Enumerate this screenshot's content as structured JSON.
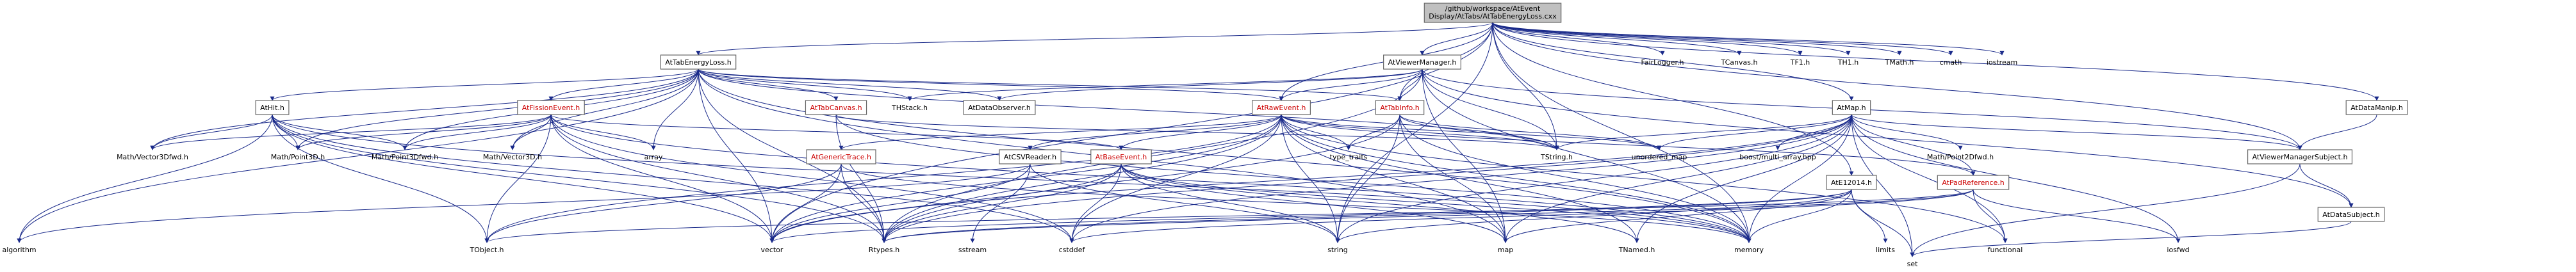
{
  "colors": {
    "root_fill": "#c0c0c0",
    "normal_fill": "#ffffff",
    "normal_border": "#666666",
    "red_text": "#cc0000",
    "text": "#000000",
    "edge": "#1a2a8a"
  },
  "nodes": [
    {
      "id": "root",
      "label": "/github/workspace/AtEvent\nDisplay/AtTabs/AtTabEnergyLoss.cxx",
      "style": "root"
    },
    {
      "id": "tabel_h",
      "label": "AtTabEnergyLoss.h",
      "style": "normal"
    },
    {
      "id": "viewer_mgr",
      "label": "AtViewerManager.h",
      "style": "normal"
    },
    {
      "id": "fairlogger",
      "label": "FairLogger.h",
      "style": "plain"
    },
    {
      "id": "tcanvas",
      "label": "TCanvas.h",
      "style": "plain"
    },
    {
      "id": "tf1",
      "label": "TF1.h",
      "style": "plain"
    },
    {
      "id": "th1",
      "label": "TH1.h",
      "style": "plain"
    },
    {
      "id": "tmath",
      "label": "TMath.h",
      "style": "plain"
    },
    {
      "id": "cmath",
      "label": "cmath",
      "style": "plain"
    },
    {
      "id": "iostream",
      "label": "iostream",
      "style": "plain"
    },
    {
      "id": "athit",
      "label": "AtHit.h",
      "style": "normal"
    },
    {
      "id": "fission",
      "label": "AtFissionEvent.h",
      "style": "red"
    },
    {
      "id": "tabcanvas",
      "label": "AtTabCanvas.h",
      "style": "red"
    },
    {
      "id": "thstack",
      "label": "THStack.h",
      "style": "plain"
    },
    {
      "id": "dataobs",
      "label": "AtDataObserver.h",
      "style": "normal"
    },
    {
      "id": "rawevent",
      "label": "AtRawEvent.h",
      "style": "red"
    },
    {
      "id": "tabinfo",
      "label": "AtTabInfo.h",
      "style": "red"
    },
    {
      "id": "atmap",
      "label": "AtMap.h",
      "style": "normal"
    },
    {
      "id": "datamanip",
      "label": "AtDataManip.h",
      "style": "normal"
    },
    {
      "id": "vmsubject",
      "label": "AtViewerManagerSubject.h",
      "style": "normal"
    },
    {
      "id": "datasubject",
      "label": "AtDataSubject.h",
      "style": "normal"
    },
    {
      "id": "algorithm",
      "label": "algorithm",
      "style": "plain"
    },
    {
      "id": "vec3dfwd",
      "label": "Math/Vector3Dfwd.h",
      "style": "plain"
    },
    {
      "id": "point3d",
      "label": "Math/Point3D.h",
      "style": "plain"
    },
    {
      "id": "point3dfwd",
      "label": "Math/Point3Dfwd.h",
      "style": "plain"
    },
    {
      "id": "vector3d",
      "label": "Math/Vector3D.h",
      "style": "plain"
    },
    {
      "id": "array",
      "label": "array",
      "style": "plain"
    },
    {
      "id": "csvreader",
      "label": "AtCSVReader.h",
      "style": "normal"
    },
    {
      "id": "generictrace",
      "label": "AtGenericTrace.h",
      "style": "red"
    },
    {
      "id": "baseevent",
      "label": "AtBaseEvent.h",
      "style": "red"
    },
    {
      "id": "typetraits",
      "label": "type_traits",
      "style": "plain"
    },
    {
      "id": "tstring",
      "label": "TString.h",
      "style": "plain"
    },
    {
      "id": "unordered_map",
      "label": "unordered_map",
      "style": "plain"
    },
    {
      "id": "boostmulti",
      "label": "boost/multi_array.hpp",
      "style": "plain"
    },
    {
      "id": "point2dfwd",
      "label": "Math/Point2Dfwd.h",
      "style": "plain"
    },
    {
      "id": "ate12014",
      "label": "AtE12014.h",
      "style": "normal"
    },
    {
      "id": "padref",
      "label": "AtPadReference.h",
      "style": "red"
    },
    {
      "id": "tobject",
      "label": "TObject.h",
      "style": "plain"
    },
    {
      "id": "vector",
      "label": "vector",
      "style": "plain"
    },
    {
      "id": "rtypes",
      "label": "Rtypes.h",
      "style": "plain"
    },
    {
      "id": "sstream",
      "label": "sstream",
      "style": "plain"
    },
    {
      "id": "cstddef",
      "label": "cstddef",
      "style": "plain"
    },
    {
      "id": "string",
      "label": "string",
      "style": "plain"
    },
    {
      "id": "map",
      "label": "map",
      "style": "plain"
    },
    {
      "id": "tnamed",
      "label": "TNamed.h",
      "style": "plain"
    },
    {
      "id": "memory",
      "label": "memory",
      "style": "plain"
    },
    {
      "id": "limits",
      "label": "limits",
      "style": "plain"
    },
    {
      "id": "functional",
      "label": "functional",
      "style": "plain"
    },
    {
      "id": "iosfwd",
      "label": "iosfwd",
      "style": "plain"
    },
    {
      "id": "set",
      "label": "set",
      "style": "plain"
    }
  ],
  "edges": [
    [
      "root",
      "tabel_h"
    ],
    [
      "root",
      "viewer_mgr"
    ],
    [
      "root",
      "fairlogger"
    ],
    [
      "root",
      "tcanvas"
    ],
    [
      "root",
      "tf1"
    ],
    [
      "root",
      "th1"
    ],
    [
      "root",
      "tmath"
    ],
    [
      "root",
      "cmath"
    ],
    [
      "root",
      "iostream"
    ],
    [
      "root",
      "rawevent"
    ],
    [
      "root",
      "tabinfo"
    ],
    [
      "root",
      "atmap"
    ],
    [
      "root",
      "datamanip"
    ],
    [
      "root",
      "vmsubject"
    ],
    [
      "root",
      "tstring"
    ],
    [
      "root",
      "string"
    ],
    [
      "root",
      "vector"
    ],
    [
      "root",
      "memory"
    ],
    [
      "root",
      "ate12014"
    ],
    [
      "tabel_h",
      "athit"
    ],
    [
      "tabel_h",
      "fission"
    ],
    [
      "tabel_h",
      "tabcanvas"
    ],
    [
      "tabel_h",
      "thstack"
    ],
    [
      "tabel_h",
      "dataobs"
    ],
    [
      "tabel_h",
      "rawevent"
    ],
    [
      "tabel_h",
      "tabinfo"
    ],
    [
      "tabel_h",
      "vec3dfwd"
    ],
    [
      "tabel_h",
      "point3d"
    ],
    [
      "tabel_h",
      "point3dfwd"
    ],
    [
      "tabel_h",
      "vector3d"
    ],
    [
      "tabel_h",
      "array"
    ],
    [
      "tabel_h",
      "algorithm"
    ],
    [
      "tabel_h",
      "rtypes"
    ],
    [
      "tabel_h",
      "vector"
    ],
    [
      "tabel_h",
      "tstring"
    ],
    [
      "tabel_h",
      "memory"
    ],
    [
      "tabel_h",
      "map"
    ],
    [
      "viewer_mgr",
      "rawevent"
    ],
    [
      "viewer_mgr",
      "tabinfo"
    ],
    [
      "viewer_mgr",
      "dataobs"
    ],
    [
      "viewer_mgr",
      "vmsubject"
    ],
    [
      "viewer_mgr",
      "tstring"
    ],
    [
      "viewer_mgr",
      "map"
    ],
    [
      "viewer_mgr",
      "memory"
    ],
    [
      "viewer_mgr",
      "datasubject"
    ],
    [
      "viewer_mgr",
      "rtypes"
    ],
    [
      "viewer_mgr",
      "thstack"
    ],
    [
      "athit",
      "algorithm"
    ],
    [
      "athit",
      "vec3dfwd"
    ],
    [
      "athit",
      "point3d"
    ],
    [
      "athit",
      "point3dfwd"
    ],
    [
      "athit",
      "tobject"
    ],
    [
      "athit",
      "vector"
    ],
    [
      "athit",
      "rtypes"
    ],
    [
      "athit",
      "memory"
    ],
    [
      "athit",
      "cstddef"
    ],
    [
      "fission",
      "vec3dfwd"
    ],
    [
      "fission",
      "point3d"
    ],
    [
      "fission",
      "point3dfwd"
    ],
    [
      "fission",
      "vector3d"
    ],
    [
      "fission",
      "array"
    ],
    [
      "fission",
      "baseevent"
    ],
    [
      "fission",
      "vector"
    ],
    [
      "fission",
      "rtypes"
    ],
    [
      "fission",
      "tobject"
    ],
    [
      "fission",
      "memory"
    ],
    [
      "fission",
      "cstddef"
    ],
    [
      "tabcanvas",
      "rtypes"
    ],
    [
      "tabcanvas",
      "tstring"
    ],
    [
      "tabcanvas",
      "memory"
    ],
    [
      "rawevent",
      "generictrace"
    ],
    [
      "rawevent",
      "baseevent"
    ],
    [
      "rawevent",
      "csvreader"
    ],
    [
      "rawevent",
      "typetraits"
    ],
    [
      "rawevent",
      "tstring"
    ],
    [
      "rawevent",
      "padref"
    ],
    [
      "rawevent",
      "vector"
    ],
    [
      "rawevent",
      "rtypes"
    ],
    [
      "rawevent",
      "string"
    ],
    [
      "rawevent",
      "map"
    ],
    [
      "rawevent",
      "memory"
    ],
    [
      "rawevent",
      "tobject"
    ],
    [
      "rawevent",
      "cstddef"
    ],
    [
      "rawevent",
      "functional"
    ],
    [
      "rawevent",
      "tnamed"
    ],
    [
      "rawevent",
      "unordered_map"
    ],
    [
      "tabinfo",
      "typetraits"
    ],
    [
      "tabinfo",
      "tstring"
    ],
    [
      "tabinfo",
      "map"
    ],
    [
      "tabinfo",
      "memory"
    ],
    [
      "tabinfo",
      "rtypes"
    ],
    [
      "tabinfo",
      "string"
    ],
    [
      "tabinfo",
      "unordered_map"
    ],
    [
      "atmap",
      "padref"
    ],
    [
      "atmap",
      "boostmulti"
    ],
    [
      "atmap",
      "point2dfwd"
    ],
    [
      "atmap",
      "unordered_map"
    ],
    [
      "atmap",
      "tnamed"
    ],
    [
      "atmap",
      "rtypes"
    ],
    [
      "atmap",
      "vector"
    ],
    [
      "atmap",
      "string"
    ],
    [
      "atmap",
      "map"
    ],
    [
      "atmap",
      "memory"
    ],
    [
      "atmap",
      "iosfwd"
    ],
    [
      "atmap",
      "functional"
    ],
    [
      "atmap",
      "set"
    ],
    [
      "atmap",
      "tstring"
    ],
    [
      "atmap",
      "cstddef"
    ],
    [
      "atmap",
      "vmsubject"
    ],
    [
      "datamanip",
      "vmsubject"
    ],
    [
      "vmsubject",
      "datasubject"
    ],
    [
      "vmsubject",
      "set"
    ],
    [
      "datasubject",
      "set"
    ],
    [
      "csvreader",
      "sstream"
    ],
    [
      "csvreader",
      "vector"
    ],
    [
      "csvreader",
      "string"
    ],
    [
      "csvreader",
      "algorithm"
    ],
    [
      "generictrace",
      "vector"
    ],
    [
      "generictrace",
      "rtypes"
    ],
    [
      "generictrace",
      "tobject"
    ],
    [
      "generictrace",
      "memory"
    ],
    [
      "baseevent",
      "vector"
    ],
    [
      "baseevent",
      "rtypes"
    ],
    [
      "baseevent",
      "string"
    ],
    [
      "baseevent",
      "tnamed"
    ],
    [
      "baseevent",
      "map"
    ],
    [
      "baseevent",
      "cstddef"
    ],
    [
      "baseevent",
      "memory"
    ],
    [
      "ate12014",
      "map"
    ],
    [
      "ate12014",
      "memory"
    ],
    [
      "ate12014",
      "limits"
    ],
    [
      "ate12014",
      "set"
    ],
    [
      "ate12014",
      "string"
    ],
    [
      "ate12014",
      "vector"
    ],
    [
      "ate12014",
      "rtypes"
    ],
    [
      "padref",
      "functional"
    ],
    [
      "padref",
      "iosfwd"
    ],
    [
      "padref",
      "rtypes"
    ],
    [
      "padref",
      "cstddef"
    ],
    [
      "padref",
      "tobject"
    ]
  ]
}
